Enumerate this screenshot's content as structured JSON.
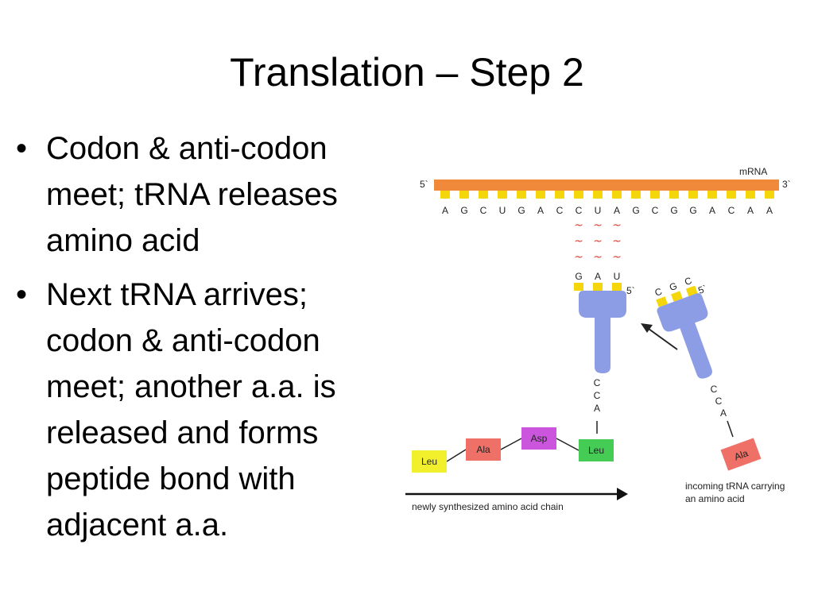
{
  "slide": {
    "title": "Translation – Step 2",
    "bullets": [
      "Codon & anti-codon meet; tRNA releases amino acid",
      "Next tRNA arrives; codon & anti-codon meet; another a.a. is released and forms peptide bond with adjacent a.a."
    ],
    "bullet_glyph": "•"
  },
  "diagram": {
    "mrna_label": "mRNA",
    "five_prime": "5`",
    "three_prime": "3`",
    "mrna_bases": [
      "A",
      "G",
      "C",
      "U",
      "G",
      "A",
      "C",
      "C",
      "U",
      "A",
      "G",
      "C",
      "G",
      "G",
      "A",
      "C",
      "A",
      "A"
    ],
    "bound_trna": {
      "anticodon": [
        "G",
        "A",
        "U"
      ],
      "five_prime": "5`",
      "tail": [
        "C",
        "C",
        "A"
      ],
      "pairing_glyph": "~"
    },
    "incoming_trna": {
      "anticodon": [
        "C",
        "G",
        "C"
      ],
      "five_prime": "5`",
      "tail": [
        "C",
        "C",
        "A"
      ],
      "amino_acid": "Ala"
    },
    "chain": [
      {
        "name": "Leu",
        "color": "#f2ef2c"
      },
      {
        "name": "Ala",
        "color": "#ee7066"
      },
      {
        "name": "Asp",
        "color": "#cc55dd"
      },
      {
        "name": "Leu",
        "color": "#44cc55"
      }
    ],
    "chain_label": "newly synthesized amino acid chain",
    "incoming_label_lines": [
      "incoming tRNA carrying",
      "an amino acid"
    ],
    "colors": {
      "mrna": "#f08a3a",
      "base_block": "#f5d60a",
      "trna": "#8c9de6",
      "pairing": "#e0382e",
      "ala": "#ee7066"
    }
  }
}
